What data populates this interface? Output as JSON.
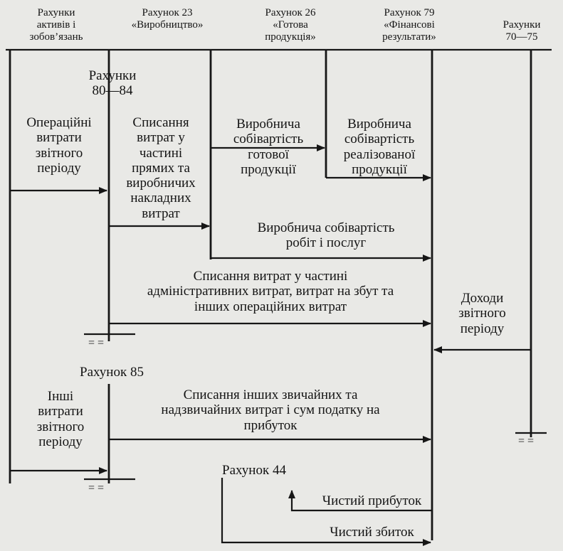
{
  "accounts": {
    "assets_liabilities": "Рахунки\nактивів і\nзобов’язань",
    "acc23": "Рахунок 23\n«Виробництво»",
    "acc26": "Рахунок 26\n«Готова\nпродукція»",
    "acc79": "Рахунок 79\n«Фінансові\nрезультати»",
    "acc70_75": "Рахунки\n70—75",
    "acc80_84": "Рахунки\n80—84",
    "acc85": "Рахунок 85",
    "acc44": "Рахунок 44"
  },
  "flows": {
    "operating_costs": "Операційні\nвитрати\nзвітного\nперіоду",
    "write_off_direct": "Списання\nвитрат у\nчастині\nпрямих та\nвиробничих\nнакладних\nвитрат",
    "cost_finished": "Виробнича\nсобівартість\nготової\nпродукції",
    "cost_sold": "Виробнича\nсобівартість\nреалізованої\nпродукції",
    "cost_works": "Виробнича собівартість\nробіт і послуг",
    "write_off_admin": "Списання витрат у частині\nадміністративних витрат, витрат на збут та\nінших операційних витрат",
    "income": "Доходи\nзвітного\nперіоду",
    "other_costs": "Інші\nвитрати\nзвітного\nперіоду",
    "write_off_other": "Списання інших звичайних та\nнадзвичайних витрат і сум податку на\nприбуток",
    "net_profit": "Чистий прибуток",
    "net_loss": "Чистий збиток"
  },
  "closing_mark": "= ="
}
